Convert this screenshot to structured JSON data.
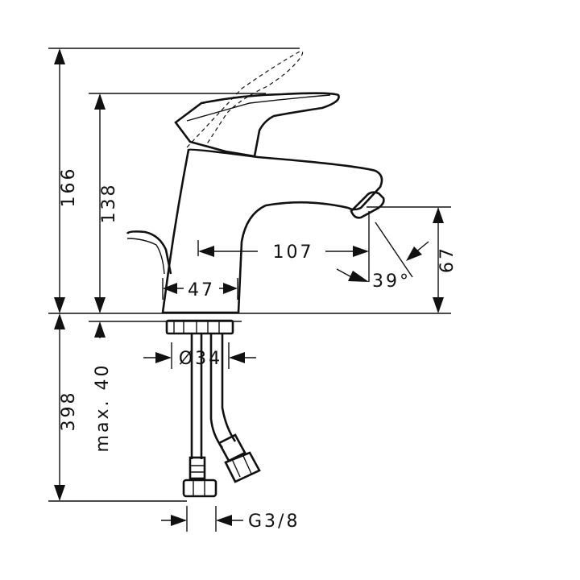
{
  "dimensions": {
    "total_height": "166",
    "spout_height": "138",
    "spout_reach": "107",
    "base_width": "47",
    "aerator_height": "67",
    "aerator_angle": "39°",
    "hole_diameter": "Ø34",
    "max_deck_thickness": "max. 40",
    "hose_length": "398",
    "connection_thread": "G3/8"
  },
  "colors": {
    "line": "#111111",
    "background": "#ffffff"
  }
}
